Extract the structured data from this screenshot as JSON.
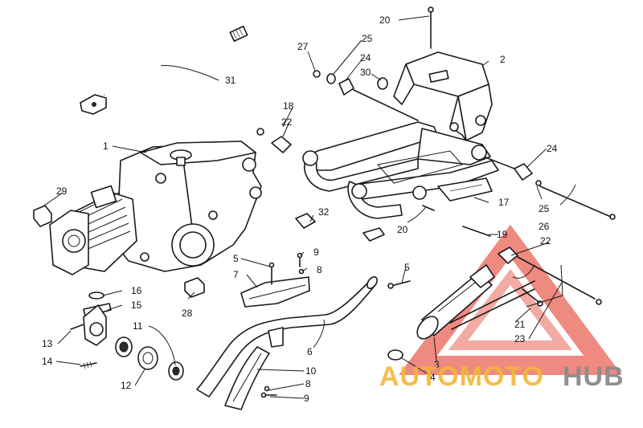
{
  "diagram": {
    "callouts": [
      {
        "id": "c1",
        "text": "1"
      },
      {
        "id": "c2",
        "text": "2"
      },
      {
        "id": "c3",
        "text": "3"
      },
      {
        "id": "c4",
        "text": "4"
      },
      {
        "id": "c5a",
        "text": "5"
      },
      {
        "id": "c5b",
        "text": "5"
      },
      {
        "id": "c6",
        "text": "6"
      },
      {
        "id": "c7",
        "text": "7"
      },
      {
        "id": "c8a",
        "text": "8"
      },
      {
        "id": "c8b",
        "text": "8"
      },
      {
        "id": "c9a",
        "text": "9"
      },
      {
        "id": "c9b",
        "text": "9"
      },
      {
        "id": "c10",
        "text": "10"
      },
      {
        "id": "c11",
        "text": "11"
      },
      {
        "id": "c12",
        "text": "12"
      },
      {
        "id": "c13",
        "text": "13"
      },
      {
        "id": "c14",
        "text": "14"
      },
      {
        "id": "c15",
        "text": "15"
      },
      {
        "id": "c16",
        "text": "16"
      },
      {
        "id": "c17",
        "text": "17"
      },
      {
        "id": "c18",
        "text": "18"
      },
      {
        "id": "c19",
        "text": "19"
      },
      {
        "id": "c20a",
        "text": "20"
      },
      {
        "id": "c20b",
        "text": "20"
      },
      {
        "id": "c21",
        "text": "21"
      },
      {
        "id": "c22a",
        "text": "22"
      },
      {
        "id": "c22b",
        "text": "22"
      },
      {
        "id": "c23",
        "text": "23"
      },
      {
        "id": "c24a",
        "text": "24"
      },
      {
        "id": "c24b",
        "text": "24"
      },
      {
        "id": "c25a",
        "text": "25"
      },
      {
        "id": "c25b",
        "text": "25"
      },
      {
        "id": "c26",
        "text": "26"
      },
      {
        "id": "c27",
        "text": "27"
      },
      {
        "id": "c28",
        "text": "28"
      },
      {
        "id": "c29",
        "text": "29"
      },
      {
        "id": "c30",
        "text": "30"
      },
      {
        "id": "c31",
        "text": "31"
      },
      {
        "id": "c32",
        "text": "32"
      }
    ]
  },
  "watermark": {
    "text_part1": "AUTOMOTO",
    "text_part2": "HUB",
    "color_orange": "#f4b63a",
    "color_gray": "#8c8c8c",
    "color_red": "#e5483a"
  }
}
